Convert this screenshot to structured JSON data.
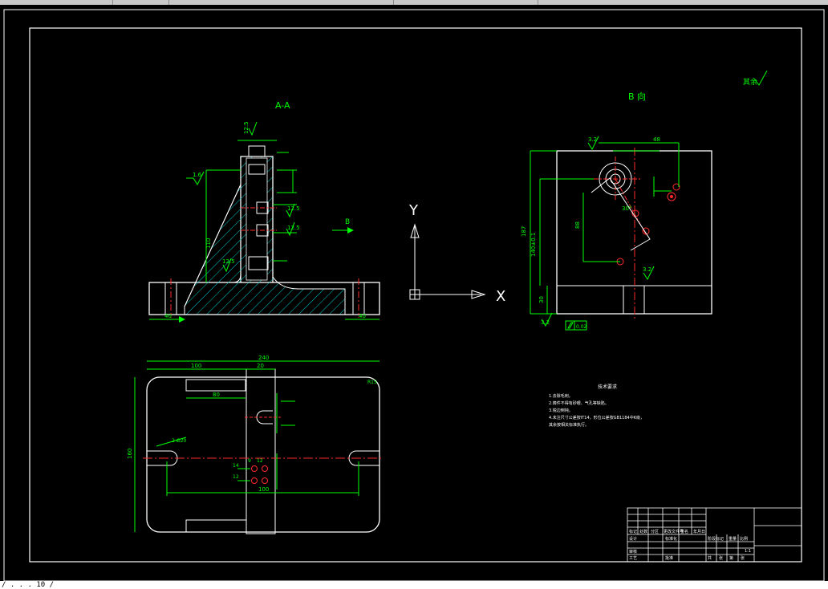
{
  "window": {
    "status_text": "/ . . . 10 /"
  },
  "colors": {
    "background": "#000000",
    "outline": "#ffffff",
    "dimension": "#00ff00",
    "centerline": "#ff2a2a",
    "hatch": "#00cccc",
    "text": "#ffffff"
  },
  "drawing": {
    "view_aa_label": "A-A",
    "view_b_label": "B 向",
    "roughness_note": "其余",
    "section_marker": "B",
    "axis_y": "Y",
    "axis_x": "X",
    "dims": {
      "aa_base_left": "40",
      "aa_base_right": "40",
      "aa_rough_1": "1.6",
      "aa_rough_2": "12.5",
      "aa_rough_3": "12.5",
      "aa_rough_4": "12.5",
      "aa_rough_5": "12.5",
      "aa_height": "110",
      "b_width": "48",
      "b_rough": "3.2",
      "b_height_total": "187",
      "b_height_mid": "140±0.1",
      "b_base": "30",
      "b_angle": "30°",
      "b_dim_88": "88",
      "b_bottom_rough": "3.2",
      "b_flat_tol": "0.02",
      "plan_total": "240",
      "plan_left": "100",
      "plan_mid": "20",
      "plan_slot": "80",
      "plan_height": "160",
      "plan_r": "R15",
      "plan_radius_note": "2-Ø20",
      "plan_hole_12a": "12",
      "plan_hole_14": "14",
      "plan_hole_12b": "12",
      "plan_hole_9": "9",
      "plan_bottom": "100"
    }
  },
  "tech_notes": {
    "title": "技术要求",
    "lines": [
      "1.去除毛刺。",
      "2.铸件不得有砂眼、气孔等缺陷。",
      "3.锐边倒钝。",
      "4.未注尺寸公差按IT14，形位公差按GB1184中K级，",
      "  其余按相关标准执行。"
    ]
  },
  "title_block": {
    "header_cells": [
      "标记",
      "处数",
      "分区",
      "更改文件号",
      "签名",
      "年月日"
    ],
    "row_design": "设计",
    "row_check": "审核",
    "row_process": "工艺",
    "row_std": "标准化",
    "row_approve": "批准",
    "stage_labels": [
      "阶段标记",
      "重量",
      "比例"
    ],
    "scale": "1:1",
    "sheet_labels": [
      "共",
      "张",
      "第",
      "张"
    ]
  }
}
